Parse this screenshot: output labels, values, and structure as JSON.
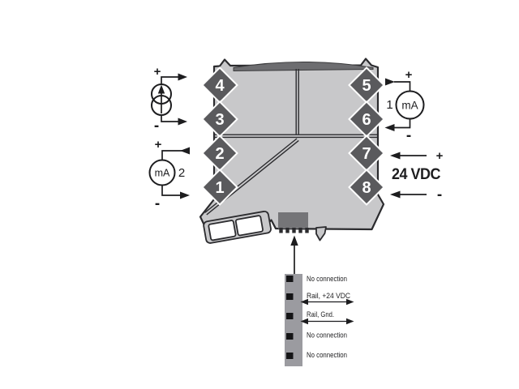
{
  "figure": {
    "terminals_left": [
      "4",
      "3",
      "2",
      "1"
    ],
    "terminals_right": [
      "5",
      "6",
      "7",
      "8"
    ],
    "source": {
      "plus": "+",
      "minus": "-"
    },
    "meter2": {
      "unit": "mA",
      "index": "2",
      "plus": "+",
      "minus": "-"
    },
    "meter1": {
      "unit": "mA",
      "index": "1",
      "plus": "+",
      "minus": "-"
    },
    "supply": {
      "label": "24 VDC",
      "plus": "+",
      "minus": "-"
    },
    "rail": {
      "pins": [
        "No connection",
        "Rail, +24 VDC",
        "Rail, Gnd.",
        "No connection",
        "No connection"
      ]
    }
  },
  "colors": {
    "body": "#c8c8ca",
    "terminal": "#5a5a5d",
    "top_strip": "#6d6d70",
    "block": "#757578",
    "rail_rect": "#9b9ba0",
    "ink": "#1d1d1f"
  }
}
